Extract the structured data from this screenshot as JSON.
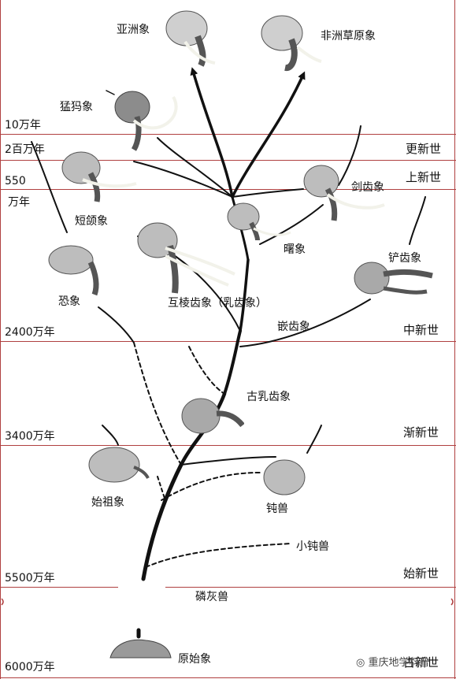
{
  "time_labels": [
    "10万年",
    "2百万年",
    "550",
    "万年",
    "2400万年",
    "3400万年",
    "5500万年",
    "6000万年"
  ],
  "epochs": [
    "更新世",
    "上新世",
    "中新世",
    "渐新世",
    "始新世",
    "古新世"
  ],
  "species": {
    "asian_elephant": "亚洲象",
    "african_elephant": "非洲草原象",
    "mammoth": "猛犸象",
    "stegodon_short_jaw": "短颌象",
    "sabre_tooth": "剑齿象",
    "stegodon": "曙象",
    "deinotherium": "恐象",
    "shovel_tusker": "铲齿象",
    "gomphothere": "互棱齿象（乳齿象）",
    "mastodon_branch": "嵌齿象",
    "palaeomastodon": "古乳齿象",
    "moeritherium": "始祖象",
    "arsinoitherium": "钝兽",
    "small_arsinoitherium": "小钝兽",
    "phosphatherium": "磷灰兽",
    "eritherium": "原始象"
  },
  "watermark": "重庆地学科普",
  "colors": {
    "frame": "#b04040",
    "lineage": "#111111",
    "head_fill": "#cfcfcf"
  }
}
